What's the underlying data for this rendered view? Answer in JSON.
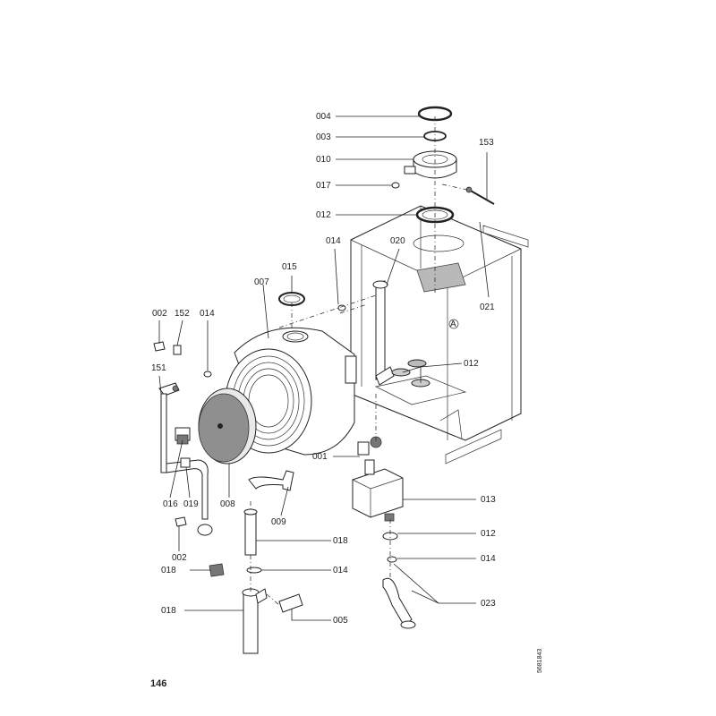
{
  "page_number": "146",
  "document_id": "5681843",
  "callouts": {
    "c004": "004",
    "c003": "003",
    "c010": "010",
    "c017": "017",
    "c012_top": "012",
    "c153": "153",
    "c014_top": "014",
    "c020": "020",
    "c015": "015",
    "c007": "007",
    "c021": "021",
    "c002_top": "002",
    "c152": "152",
    "c014_left": "014",
    "c151": "151",
    "c012_mid": "012",
    "c001": "001",
    "c016": "016",
    "c019": "019",
    "c008": "008",
    "c009": "009",
    "c013": "013",
    "c002_bot": "002",
    "c018_mid": "018",
    "c012_low": "012",
    "c018_left": "018",
    "c014_mid": "014",
    "c014_right": "014",
    "c023": "023",
    "c018_bot": "018",
    "c005": "005",
    "marker_a": "A"
  }
}
